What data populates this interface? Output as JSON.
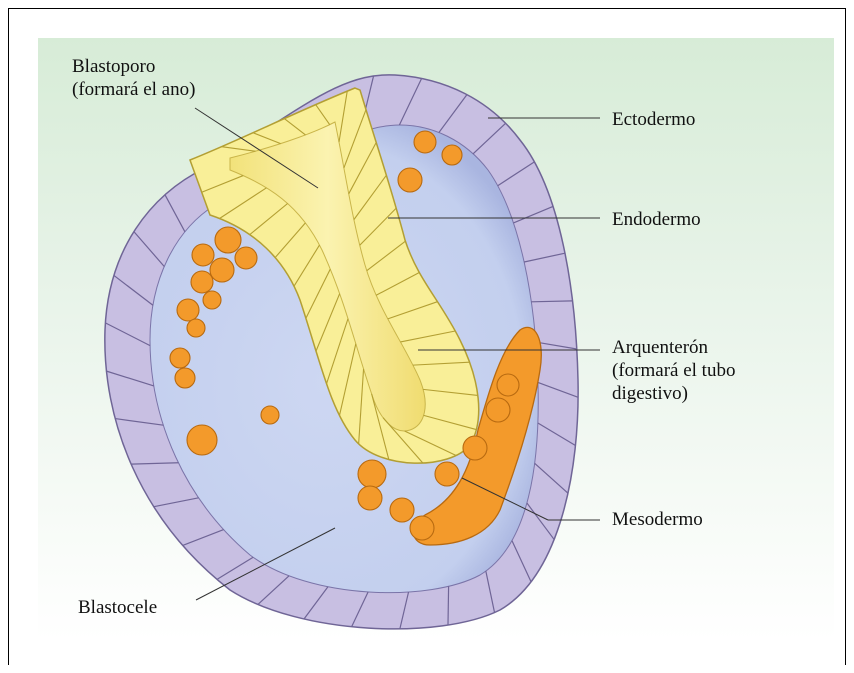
{
  "labels": {
    "blastoporo": "Blastoporo\n(formará el ano)",
    "ectodermo": "Ectodermo",
    "endodermo": "Endodermo",
    "arquenteron": "Arquenterón\n(formará el tubo\ndigestivo)",
    "mesodermo": "Mesodermo",
    "blastocele": "Blastocele"
  },
  "colors": {
    "ectoderm": "#c8bfe2",
    "ectoderm_stroke": "#6f6596",
    "endoderm": "#f9ef98",
    "endoderm_stroke": "#b39f33",
    "mesoderm": "#f39a2b",
    "mesoderm_stroke": "#b86a10",
    "blastocoel": "#c9d4f0"
  }
}
